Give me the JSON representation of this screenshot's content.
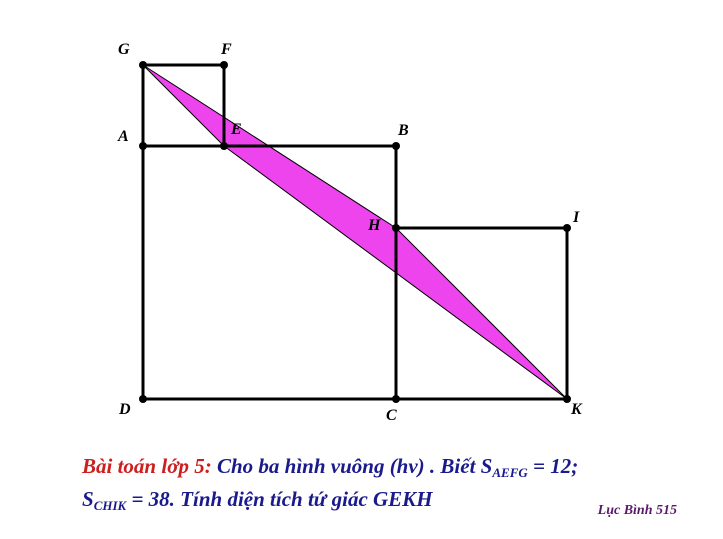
{
  "points": {
    "G": "G",
    "F": "F",
    "A": "A",
    "E": "E",
    "B": "B",
    "H": "H",
    "I": "I",
    "D": "D",
    "C": "C",
    "K": "K"
  },
  "colors": {
    "shaded_region": "#ee44ee",
    "lines": "#000000",
    "problem_lead": "#cc1f1f",
    "problem_text": "#1a1a8c",
    "signature": "#5a1a6a"
  },
  "problem": {
    "lead": "Bài toán lớp 5:",
    "text1": " Cho ba hình vuông (hv)  . Biết S",
    "sub1": "AEFG",
    "text2": " = 12;",
    "s2": "S",
    "sub2": "CHIK",
    "text3": " = 38. Tính diện tích tứ giác GEKH"
  },
  "signature": "Lục Bình 515"
}
